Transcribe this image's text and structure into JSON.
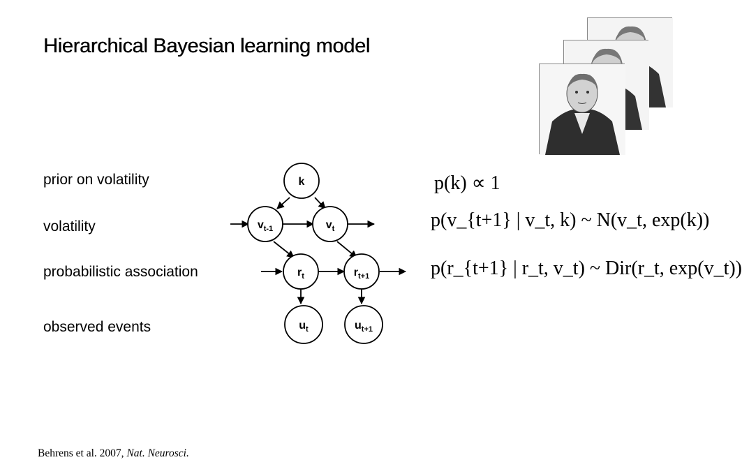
{
  "title": "Hierarchical Bayesian learning model",
  "rows": {
    "prior": "prior on volatility",
    "volatility": "volatility",
    "association": "probabilistic association",
    "observed": "observed events"
  },
  "nodes": {
    "k": {
      "main": "k",
      "sub": ""
    },
    "v_prev": {
      "main": "v",
      "sub": "t-1"
    },
    "v_t": {
      "main": "v",
      "sub": "t"
    },
    "r_t": {
      "main": "r",
      "sub": "t"
    },
    "r_next": {
      "main": "r",
      "sub": "t+1"
    },
    "u_t": {
      "main": "u",
      "sub": "t"
    },
    "u_next": {
      "main": "u",
      "sub": "t+1"
    }
  },
  "equations": {
    "eq1": "p(k) ∝ 1",
    "eq2": "p(v_{t+1} | v_t, k) ~ N(v_t, exp(k))",
    "eq3": "p(r_{t+1} | r_t, v_t) ~ Dir(r_t, exp(v_t))"
  },
  "citation": {
    "authors": "Behrens et al. 2007, ",
    "journal": "Nat. Neurosci."
  },
  "image": {
    "description_icon": "portrait-icon"
  }
}
